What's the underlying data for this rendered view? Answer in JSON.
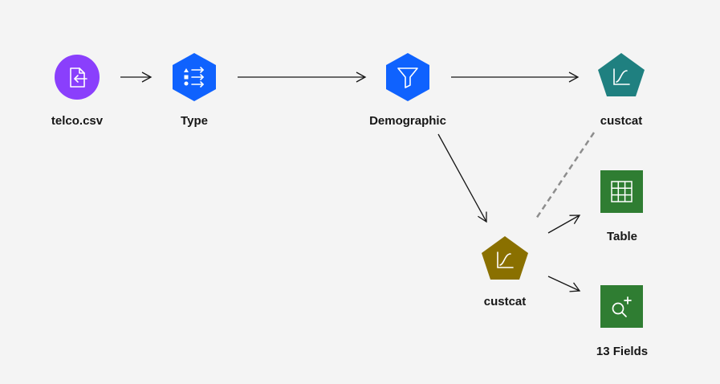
{
  "nodes": {
    "source": {
      "label": "telco.csv",
      "color": "#8a3ffc",
      "icon": "file-import-icon"
    },
    "type": {
      "label": "Type",
      "color": "#0f62fe",
      "icon": "list-type-icon"
    },
    "demographic": {
      "label": "Demographic",
      "color": "#0f62fe",
      "icon": "filter-icon"
    },
    "model_top": {
      "label": "custcat",
      "color": "#1f8080",
      "icon": "model-curve-icon"
    },
    "model_nugget": {
      "label": "custcat",
      "color": "#8a7000",
      "icon": "model-curve-icon"
    },
    "table": {
      "label": "Table",
      "color": "#2f7d32",
      "icon": "table-grid-icon"
    },
    "fields": {
      "label": "13 Fields",
      "color": "#2f7d32",
      "icon": "zoom-in-icon"
    }
  },
  "colors": {
    "arrow": "#161616",
    "dashed_link": "#8d8d8d"
  }
}
